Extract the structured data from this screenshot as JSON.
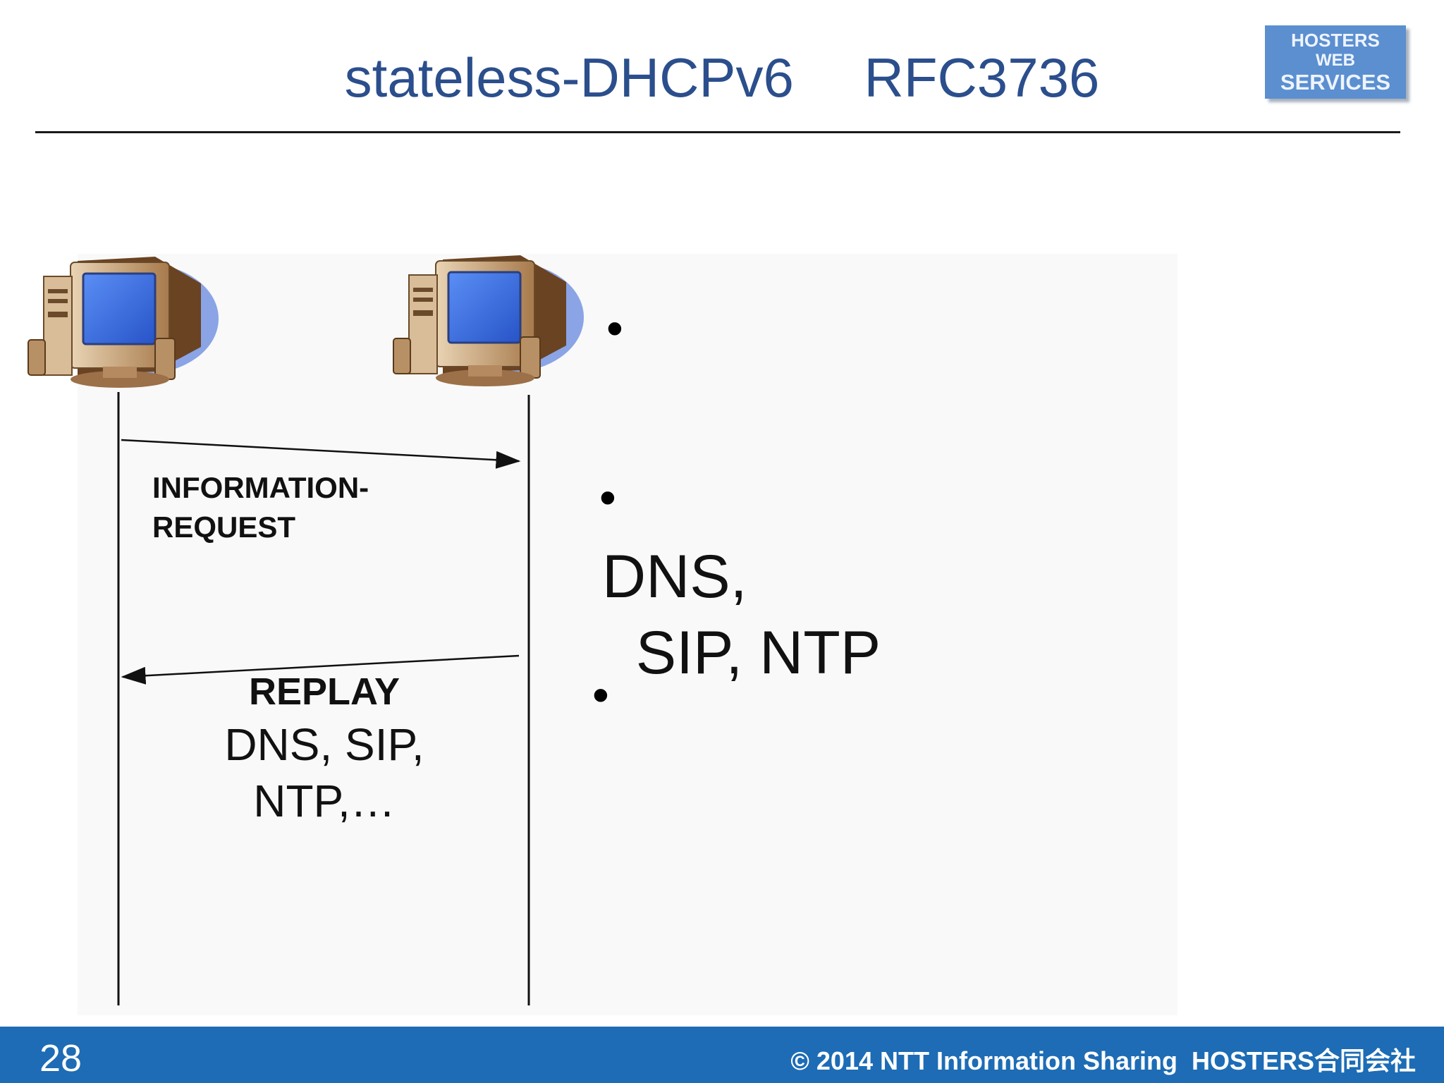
{
  "slide": {
    "title": "stateless-DHCPv6　 RFC3736",
    "logo": {
      "line1": "HOSTERS",
      "line2": "WEB",
      "line3": "SERVICES"
    },
    "diagram": {
      "request_label": "INFORMATION-\nREQUEST",
      "reply_title": "REPLAY",
      "reply_line1": "DNS, SIP,",
      "reply_line2": "NTP,…"
    },
    "bullets": {
      "bullet_glyph": "•",
      "info_text": "DNS,\n  SIP, NTP"
    },
    "footer": {
      "page_number": "28",
      "copyright": "© 2014 NTT Information Sharing  HOSTERS合同会社"
    },
    "colors": {
      "title": "#2b4e8c",
      "footer": "#1d6cb5",
      "logo": "#5b8fd0",
      "screen": "#3f6fe0"
    },
    "icons": [
      "client-computer-icon",
      "server-computer-icon"
    ]
  }
}
